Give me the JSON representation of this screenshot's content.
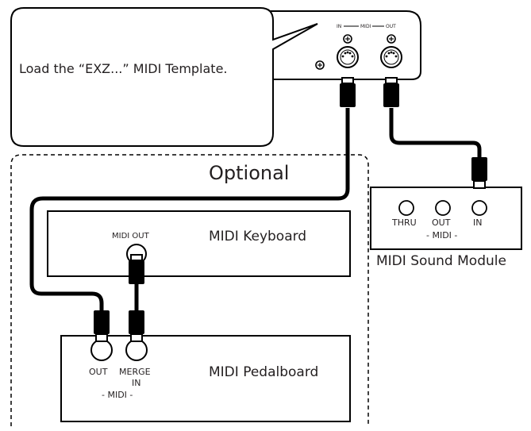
{
  "callout": {
    "text": "Load the “EXZ...” MIDI Template."
  },
  "organ_panel": {
    "in_label": "IN",
    "midi_label": "MIDI",
    "out_label": "OUT"
  },
  "optional_group": {
    "label": "Optional"
  },
  "midi_keyboard": {
    "title": "MIDI Keyboard",
    "port_label": "MIDI OUT"
  },
  "midi_pedalboard": {
    "title": "MIDI Pedalboard",
    "ports": [
      "OUT",
      "MERGE",
      "IN"
    ],
    "group_label": "- MIDI -"
  },
  "sound_module": {
    "caption": "MIDI Sound Module",
    "ports": [
      "THRU",
      "OUT",
      "IN"
    ],
    "group_label": "- MIDI -"
  },
  "icons": [
    "midi-jack-icon",
    "screw-icon",
    "midi-plug-icon"
  ]
}
